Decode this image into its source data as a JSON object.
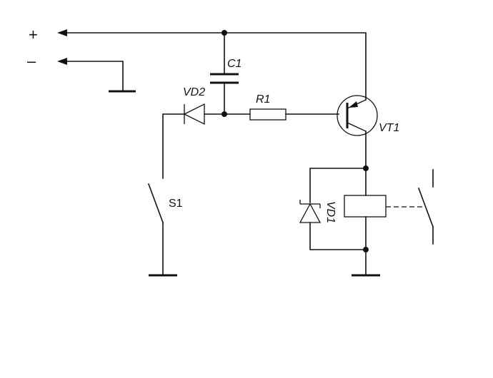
{
  "diagram": {
    "terminals": {
      "plus": "+",
      "minus": "–"
    },
    "labels": {
      "c1": "C1",
      "vd2": "VD2",
      "r1": "R1",
      "vt1": "VT1",
      "s1": "S1",
      "vd1": "VD1"
    }
  }
}
